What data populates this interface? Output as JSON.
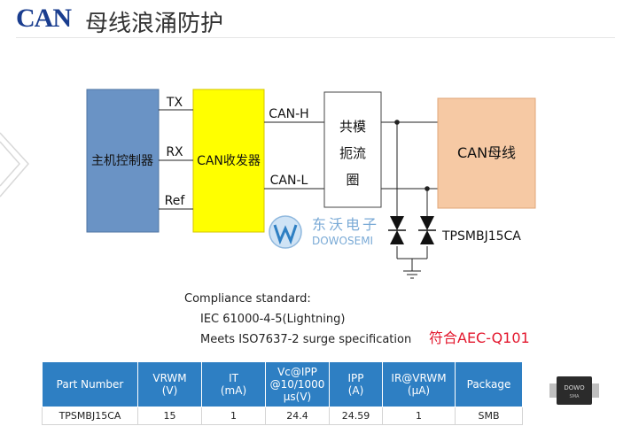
{
  "header": {
    "logo": "CAN",
    "title": "母线浪涌防护"
  },
  "diagram": {
    "mcu_label": "主机控制器",
    "transceiver_label": "CAN收发器",
    "choke_label": [
      "共模",
      "扼流",
      "圈"
    ],
    "bus_label": "CAN母线",
    "signals": {
      "tx": "TX",
      "rx": "RX",
      "ref": "Ref"
    },
    "lines": {
      "canh": "CAN-H",
      "canl": "CAN-L"
    },
    "tvs_part": "TPSMBJ15CA",
    "watermark": {
      "cn": "东沃电子",
      "en": "DOWOSEMI"
    }
  },
  "compliance": {
    "heading": "Compliance standard:",
    "items": [
      "IEC 61000-4-5(Lightning)",
      "Meets ISO7637-2 surge specification"
    ],
    "aec": "符合AEC-Q101"
  },
  "table": {
    "headers": [
      "Part Number",
      "VRWM\n(V)",
      "IT\n(mA)",
      "Vc@IPP\n@10/1000\nµs(V)",
      "IPP\n(A)",
      "IR@VRWM\n(µA)",
      "Package"
    ],
    "rows": [
      [
        "TPSMBJ15CA",
        "15",
        "1",
        "24.4",
        "24.59",
        "1",
        "SMB"
      ]
    ]
  },
  "chip_marking": [
    "DOWO",
    "SMA"
  ],
  "colors": {
    "mcu": "#6a93c5",
    "transceiver": "#ffff00",
    "bus": "#f6c9a4",
    "header_blue": "#2e7fc3",
    "aec_red": "#e3172d",
    "logo_blue": "#1a3d8f"
  }
}
